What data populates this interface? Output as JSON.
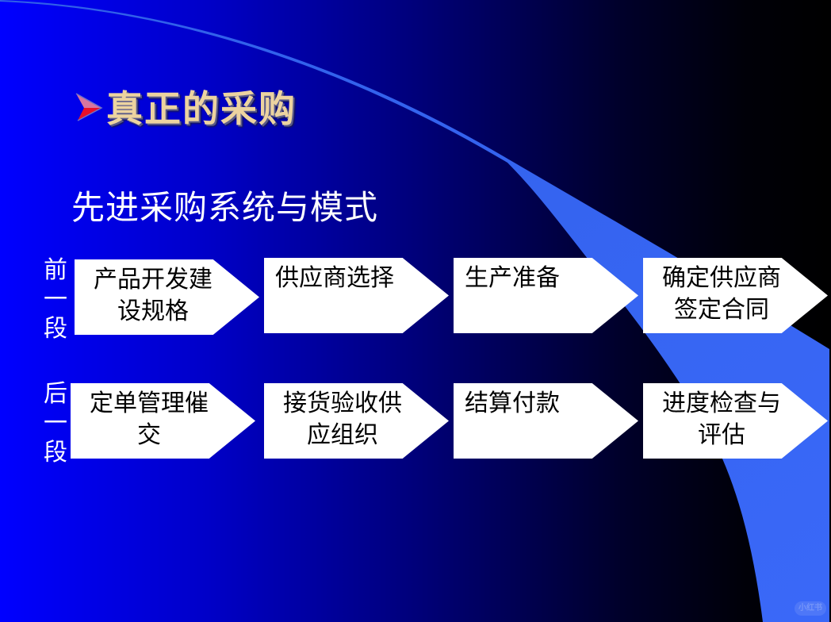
{
  "slide": {
    "title": "真正的采购",
    "title_bullet_icon": "arrowhead-bullet-icon",
    "subtitle": "先进采购系统与模式",
    "colors": {
      "background_left": "#0000ff",
      "background_right": "#000000",
      "swoosh": "#3a66f0",
      "title_text": "#ecd3a0",
      "bullet_red": "#e8102a",
      "box_fill": "#ffffff",
      "box_text": "#000000"
    }
  },
  "phases": [
    {
      "label": [
        "前",
        "一",
        "段"
      ],
      "steps": [
        {
          "text": "产品开发建设规格",
          "line1": "产品开发建",
          "line2": "设规格"
        },
        {
          "text": "供应商选择",
          "line1": "供应商选择",
          "line2": ""
        },
        {
          "text": "生产准备",
          "line1": "生产准备",
          "line2": ""
        },
        {
          "text": "确定供应商签定合同",
          "line1": "确定供应商",
          "line2": "签定合同"
        }
      ]
    },
    {
      "label": [
        "后",
        "一",
        "段"
      ],
      "steps": [
        {
          "text": "定单管理催交",
          "line1": "定单管理催",
          "line2": "交"
        },
        {
          "text": "接货验收供应组织",
          "line1": "接货验收供",
          "line2": "应组织"
        },
        {
          "text": "结算付款",
          "line1": "结算付款",
          "line2": ""
        },
        {
          "text": "进度检查与评估",
          "line1": "进度检查与",
          "line2": "评估"
        }
      ]
    }
  ],
  "watermark": "小红书"
}
